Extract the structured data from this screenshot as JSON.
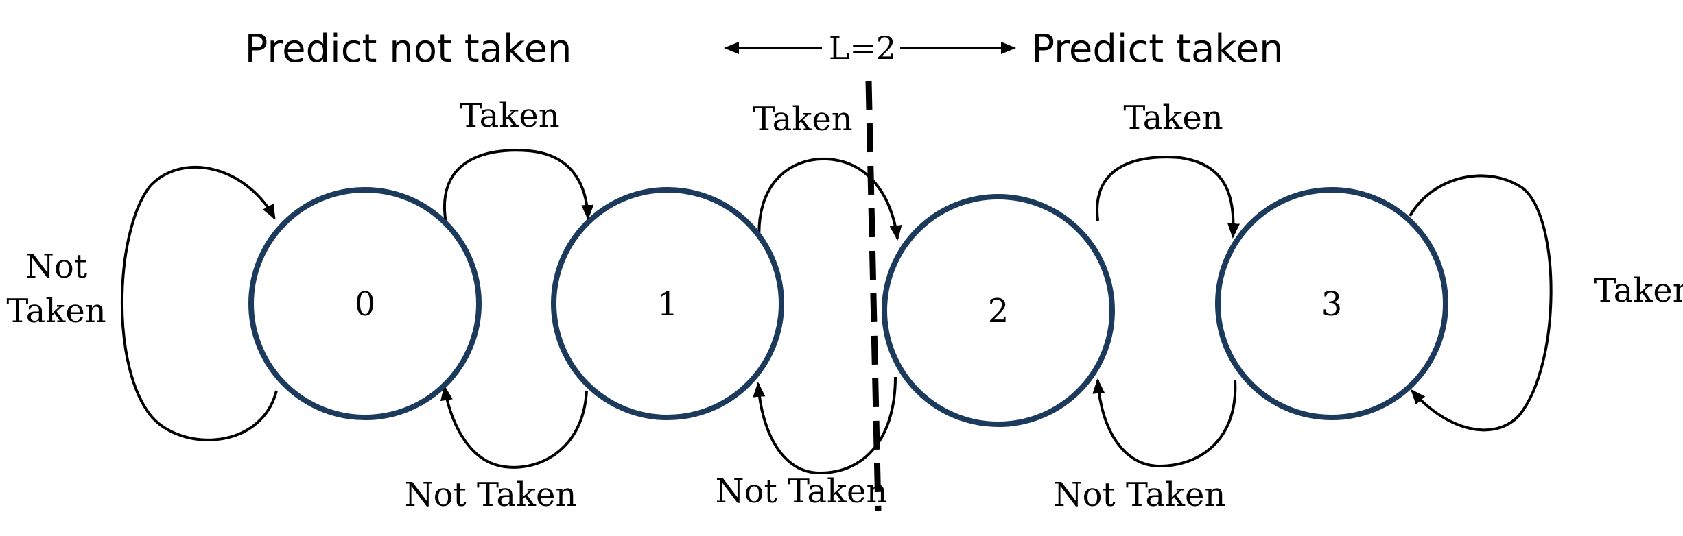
{
  "header": {
    "left_label": "Predict not taken",
    "threshold_label": "L=2",
    "right_label": "Predict taken"
  },
  "states": [
    {
      "id": "state-0",
      "label": "0"
    },
    {
      "id": "state-1",
      "label": "1"
    },
    {
      "id": "state-2",
      "label": "2"
    },
    {
      "id": "state-3",
      "label": "3"
    }
  ],
  "edges": {
    "self_0_line1": "Not",
    "self_0_line2": "Taken",
    "t_0_1": "Taken",
    "t_1_2": "Taken",
    "t_2_3": "Taken",
    "self_3": "Taken",
    "nt_1_0": "Not Taken",
    "nt_2_1": "Not Taken",
    "nt_3_2": "Not Taken"
  },
  "colors": {
    "circle_stroke": "#1b3a5c",
    "line": "#000000",
    "background": "#ffffff"
  }
}
